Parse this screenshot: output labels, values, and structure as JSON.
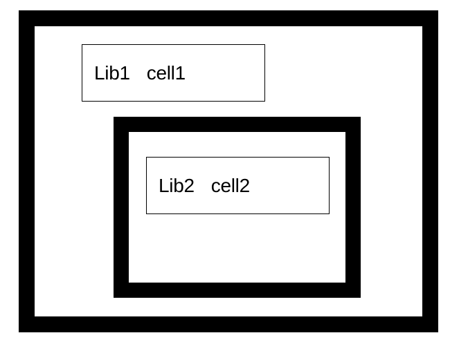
{
  "diagram": {
    "outer_container": {
      "label": {
        "library": "Lib1",
        "cell": "cell1"
      }
    },
    "inner_container": {
      "label": {
        "library": "Lib2",
        "cell": "cell2"
      }
    },
    "colors": {
      "frame": "#000000",
      "background": "#ffffff",
      "text": "#000000"
    }
  }
}
